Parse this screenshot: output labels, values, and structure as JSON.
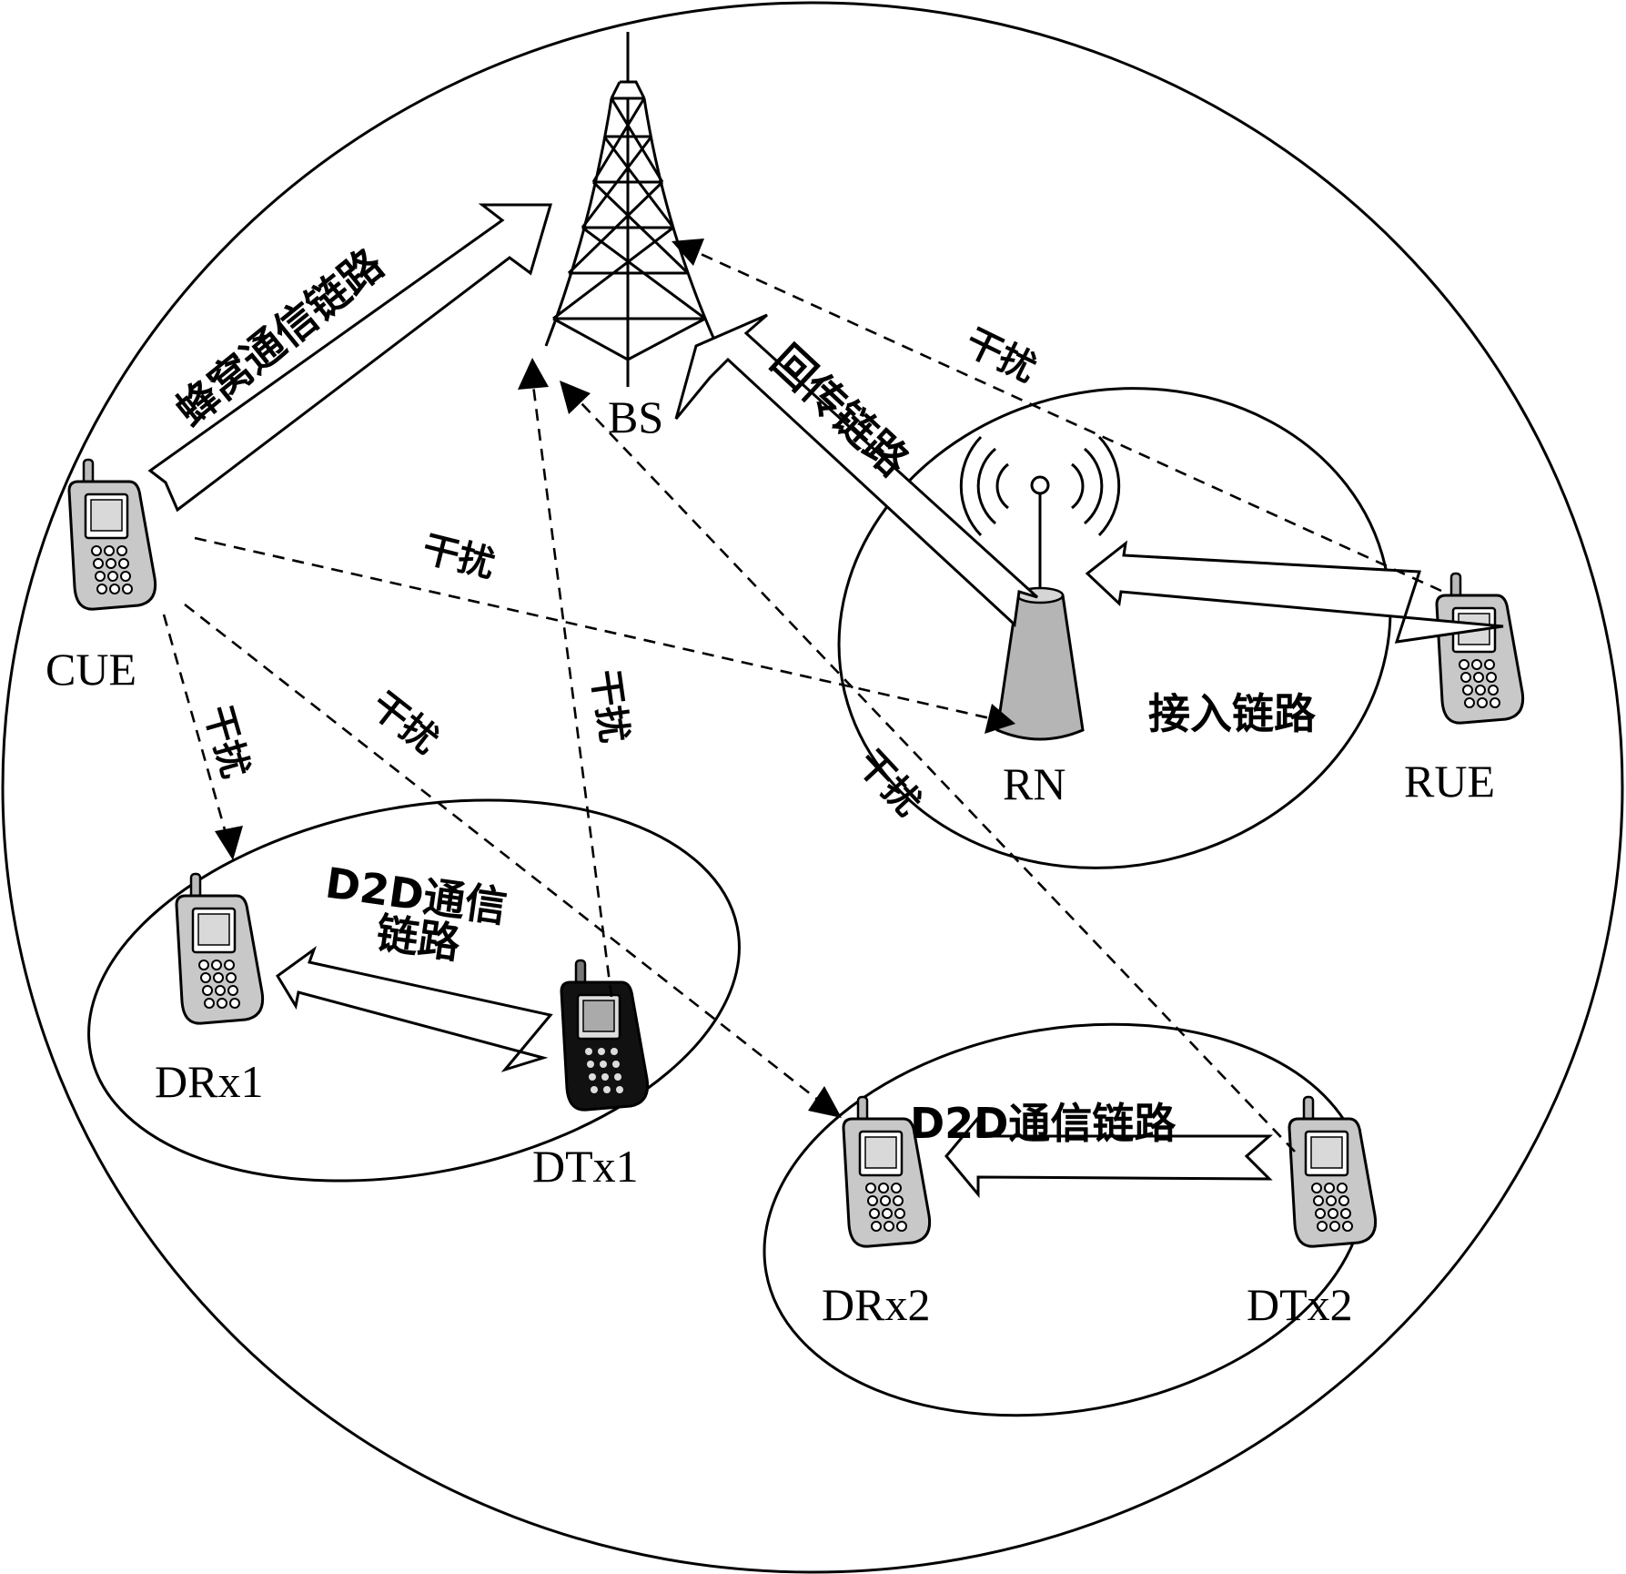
{
  "nodes": {
    "bs": "BS",
    "cue": "CUE",
    "rn": "RN",
    "rue": "RUE",
    "drx1": "DRx1",
    "dtx1": "DTx1",
    "drx2": "DRx2",
    "dtx2": "DTx2"
  },
  "links": {
    "cellular": "蜂窝通信链路",
    "backhaul": "回传链路",
    "access": "接入链路",
    "d2d1_line1": "D2D通信",
    "d2d1_line2": "链路",
    "d2d2": "D2D通信链路"
  },
  "interference": "干扰",
  "colors": {
    "line": "#000000",
    "phone_gray": "#c8c8c8",
    "phone_black": "#111111",
    "relay_gray": "#b5b5b5"
  }
}
